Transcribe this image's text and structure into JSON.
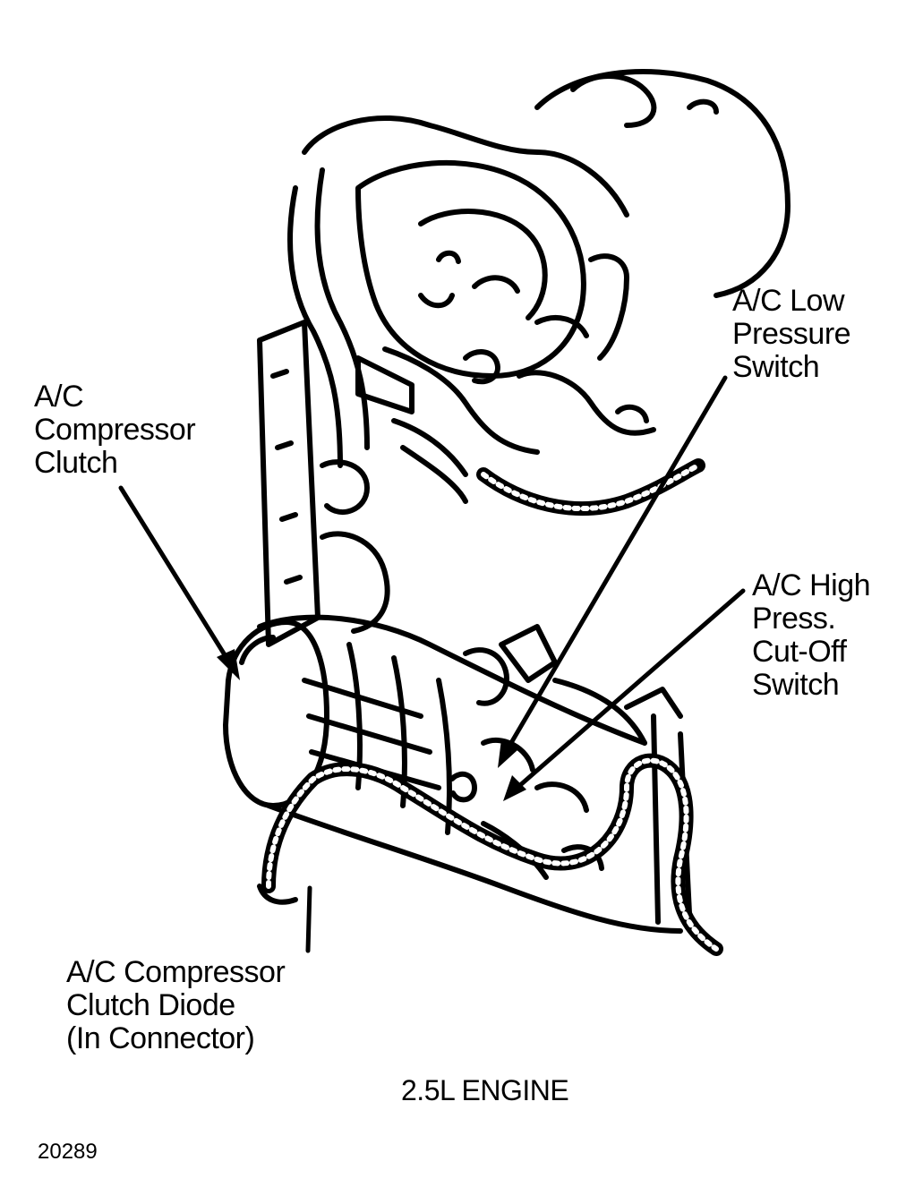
{
  "labels": {
    "compressor_clutch": [
      "A/C",
      "Compressor",
      "Clutch"
    ],
    "low_pressure_switch": [
      "A/C Low",
      "Pressure",
      "Switch"
    ],
    "high_pressure_switch": [
      "A/C High",
      "Press.",
      "Cut-Off",
      "Switch"
    ],
    "clutch_diode": [
      "A/C Compressor",
      "Clutch Diode",
      "(In Connector)"
    ]
  },
  "caption": "2.5L ENGINE",
  "figure_number": "20289",
  "colors": {
    "ink": "#000000",
    "paper": "#ffffff"
  }
}
